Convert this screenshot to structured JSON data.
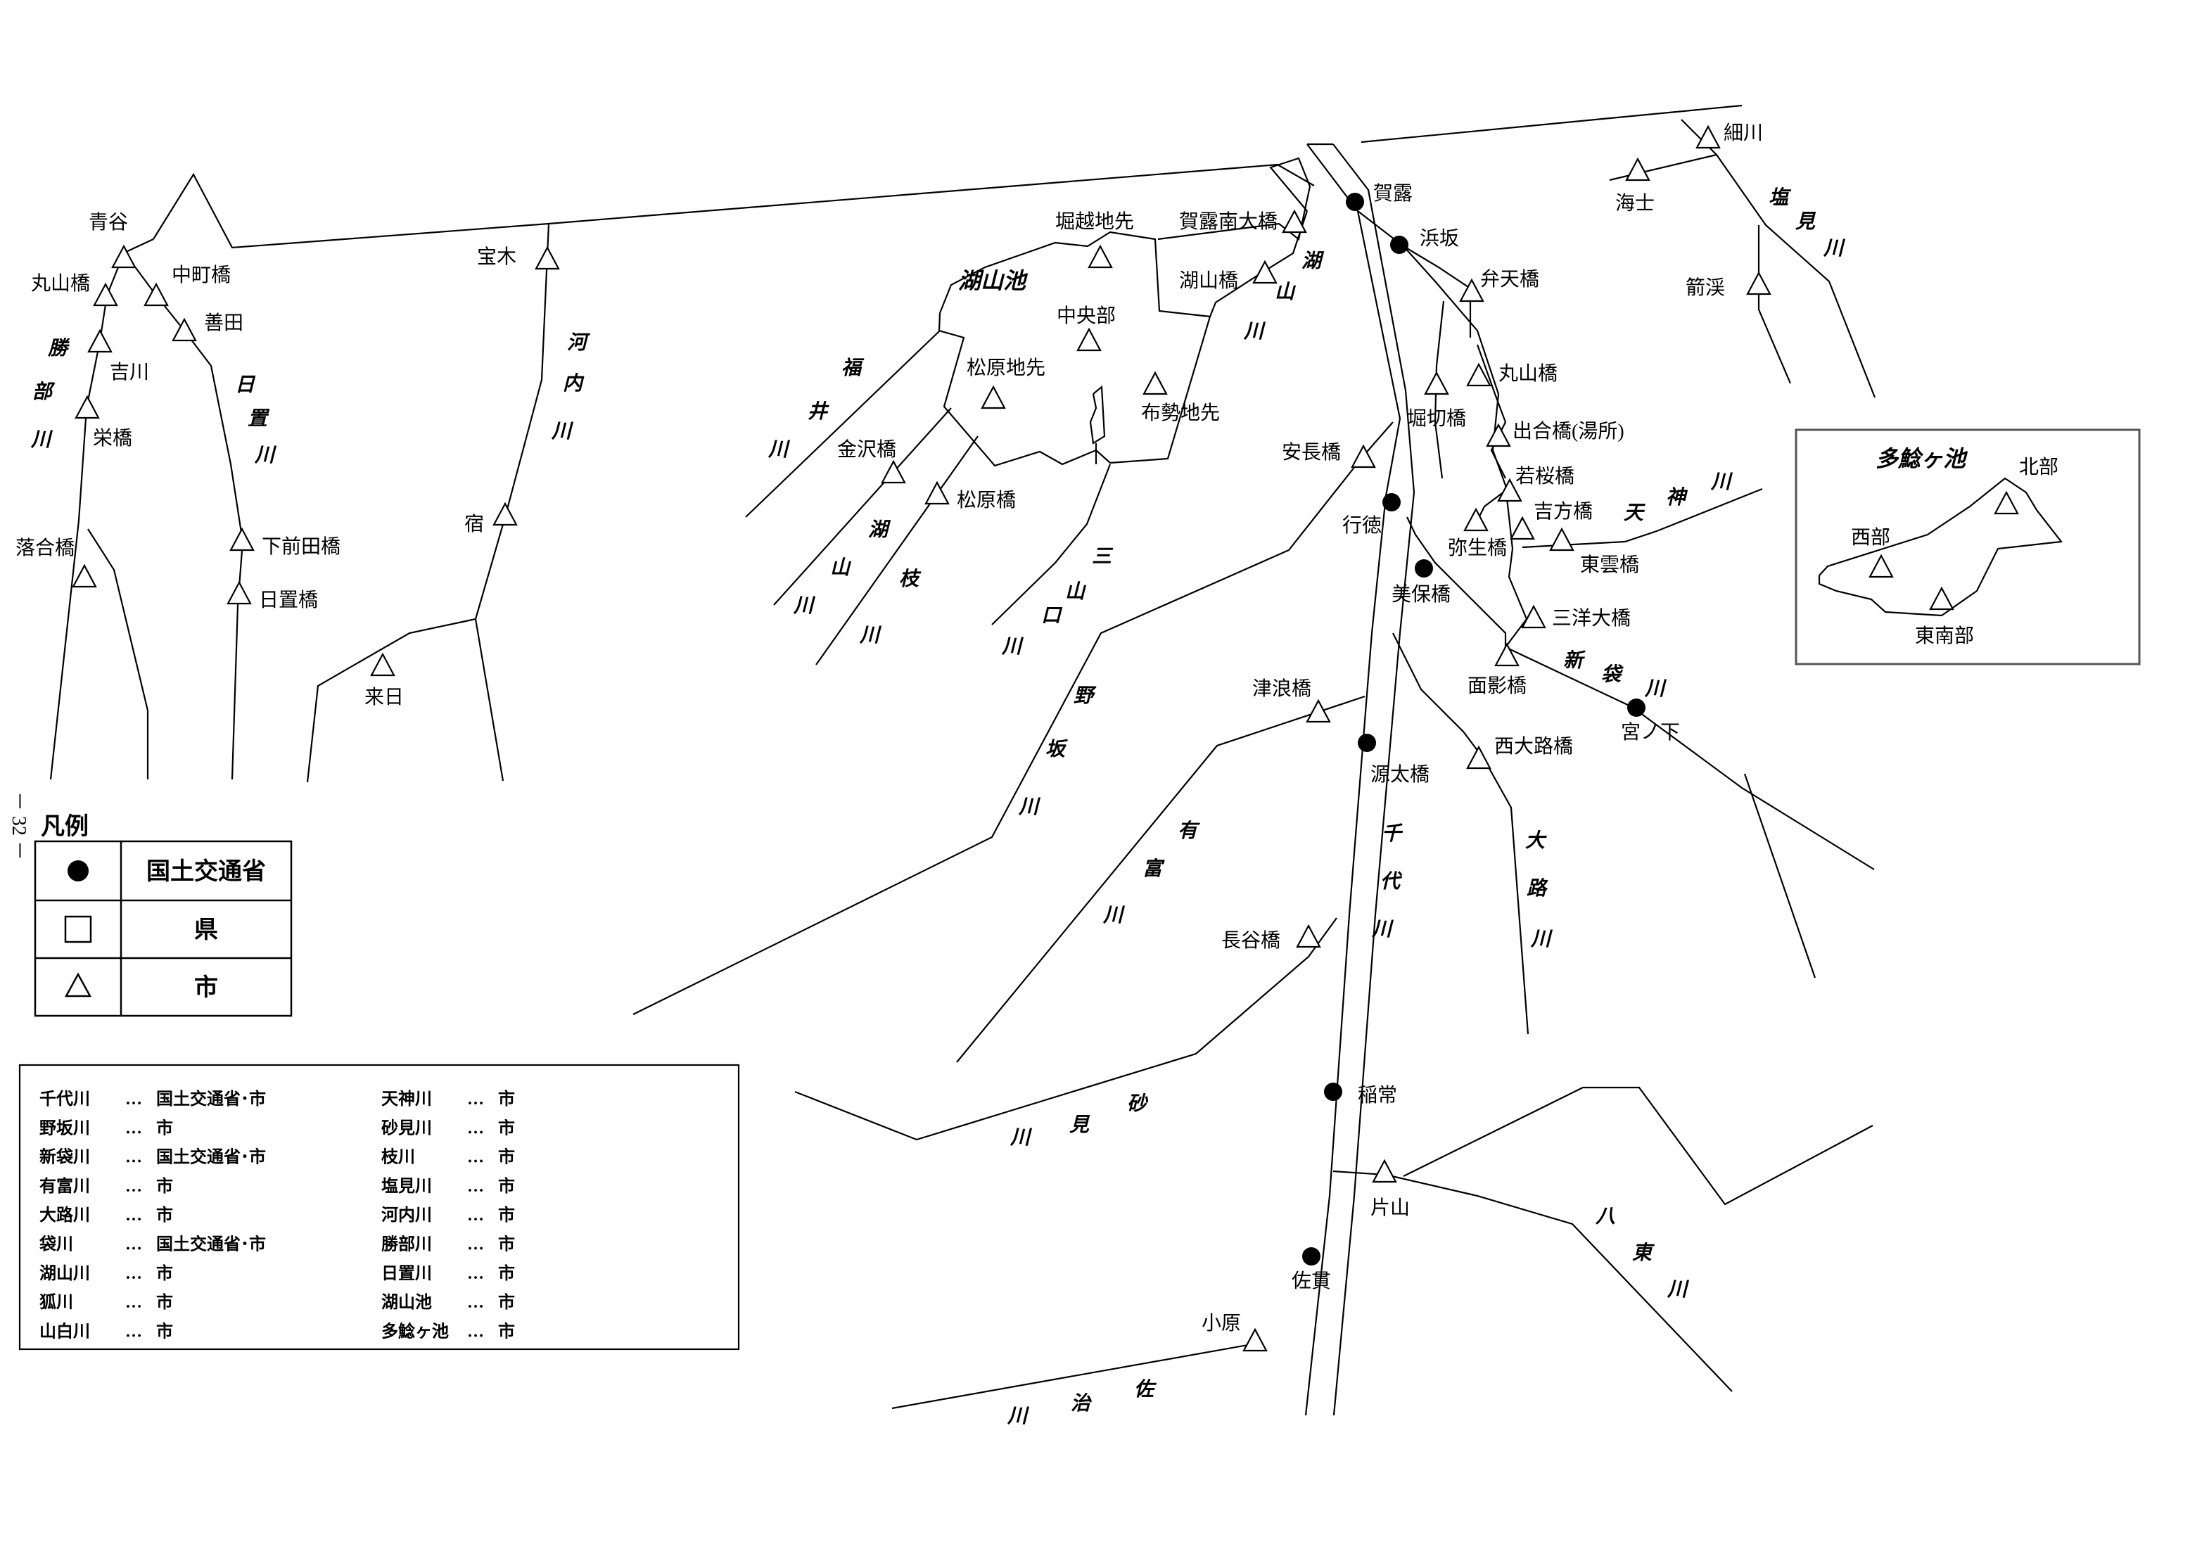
{
  "page_number": "－ 32 －",
  "legend": {
    "title": "凡例",
    "rows": [
      {
        "symbol": "filled-circle",
        "label": "国土交通省"
      },
      {
        "symbol": "square",
        "label": "県"
      },
      {
        "symbol": "triangle",
        "label": "市"
      }
    ]
  },
  "jurisdiction_table": {
    "left": [
      {
        "river": "千代川",
        "sep": "…",
        "owner": "国土交通省･市"
      },
      {
        "river": "野坂川",
        "sep": "…",
        "owner": "市"
      },
      {
        "river": "新袋川",
        "sep": "…",
        "owner": "国土交通省･市"
      },
      {
        "river": "有富川",
        "sep": "…",
        "owner": "市"
      },
      {
        "river": "大路川",
        "sep": "…",
        "owner": "市"
      },
      {
        "river": "袋川",
        "sep": "…",
        "owner": "国土交通省･市"
      },
      {
        "river": "湖山川",
        "sep": "…",
        "owner": "市"
      },
      {
        "river": "狐川",
        "sep": "…",
        "owner": "市"
      },
      {
        "river": "山白川",
        "sep": "…",
        "owner": "市"
      }
    ],
    "right": [
      {
        "river": "天神川",
        "sep": "…",
        "owner": "市"
      },
      {
        "river": "砂見川",
        "sep": "…",
        "owner": "市"
      },
      {
        "river": "枝川",
        "sep": "…",
        "owner": "市"
      },
      {
        "river": "塩見川",
        "sep": "…",
        "owner": "市"
      },
      {
        "river": "河内川",
        "sep": "…",
        "owner": "市"
      },
      {
        "river": "勝部川",
        "sep": "…",
        "owner": "市"
      },
      {
        "river": "日置川",
        "sep": "…",
        "owner": "市"
      },
      {
        "river": "湖山池",
        "sep": "…",
        "owner": "市"
      },
      {
        "river": "多鯰ヶ池",
        "sep": "…",
        "owner": "市"
      }
    ]
  },
  "stations": {
    "aoya": "青谷",
    "maruyama_bashi_w": "丸山橋",
    "nakamachi_bashi": "中町橋",
    "zenda": "善田",
    "yoshikawa": "吉川",
    "sakae_bashi": "栄橋",
    "ochiai_bashi": "落合橋",
    "shimomaeda_bashi": "下前田橋",
    "hioki_bashi": "日置橋",
    "takaragi": "宝木",
    "shuku": "宿",
    "kuruhi": "来日",
    "horikoshi_sakisaki": "堀越地先",
    "chuobu": "中央部",
    "matsubara_chisaki": "松原地先",
    "fuse_chisaki": "布勢地先",
    "kanazawa_bashi": "金沢橋",
    "matsubara_bashi": "松原橋",
    "karo_minami_ohashi": "賀露南大橋",
    "koyama_bashi": "湖山橋",
    "anchou_bashi": "安長橋",
    "gyotoku": "行徳",
    "karo": "賀露",
    "hamasaka": "浜坂",
    "benten_bashi": "弁天橋",
    "maruyama_bashi_e": "丸山橋",
    "horikiri_bashi": "堀切橋",
    "deai_bashi": "出合橋(湯所)",
    "wakasa_bashi": "若桜橋",
    "yoshikata_bashi": "吉方橋",
    "yayoi_bashi": "弥生橋",
    "touun_bashi": "東雲橋",
    "miho_bashi": "美保橋",
    "sanyo_ohashi": "三洋大橋",
    "omokage_bashi": "面影橋",
    "miyanoshita": "宮ノ下",
    "nishioji_bashi": "西大路橋",
    "tsunami_bashi": "津浪橋",
    "genta_bashi": "源太橋",
    "nagatani_bashi": "長谷橋",
    "inatsune": "稲常",
    "katayama": "片山",
    "sanuki": "佐貫",
    "obara": "小原",
    "hosokawa": "細川",
    "kaishi": "海士",
    "kozu": "箭渓"
  },
  "rivers": {
    "katsube": [
      "勝",
      "部",
      "川"
    ],
    "hioki": [
      "日",
      "置",
      "川"
    ],
    "kouchi": [
      "河",
      "内",
      "川"
    ],
    "fukui": [
      "福",
      "井",
      "川"
    ],
    "koyama": [
      "湖",
      "山",
      "川"
    ],
    "eda": [
      "枝",
      "川"
    ],
    "sanyamaguchi": [
      "三",
      "山",
      "口",
      "川"
    ],
    "nosaka": [
      "野",
      "坂",
      "川"
    ],
    "arido": [
      "有",
      "富",
      "川"
    ],
    "sendai": [
      "千",
      "代",
      "川"
    ],
    "oji": [
      "大",
      "路",
      "川"
    ],
    "shintai": [
      "新",
      "袋",
      "川"
    ],
    "tenjin": [
      "天",
      "神",
      "川"
    ],
    "shiomi": [
      "塩",
      "見",
      "川"
    ],
    "sunami": [
      "砂",
      "見",
      "川"
    ],
    "saji": [
      "佐",
      "治",
      "川"
    ],
    "hatto": [
      "八",
      "東",
      "川"
    ]
  },
  "koyama_ike": {
    "title": "湖山池"
  },
  "tanegaike": {
    "title": "多鯰ヶ池",
    "hokubu": "北部",
    "seibu": "西部",
    "tounanbu": "東南部"
  }
}
